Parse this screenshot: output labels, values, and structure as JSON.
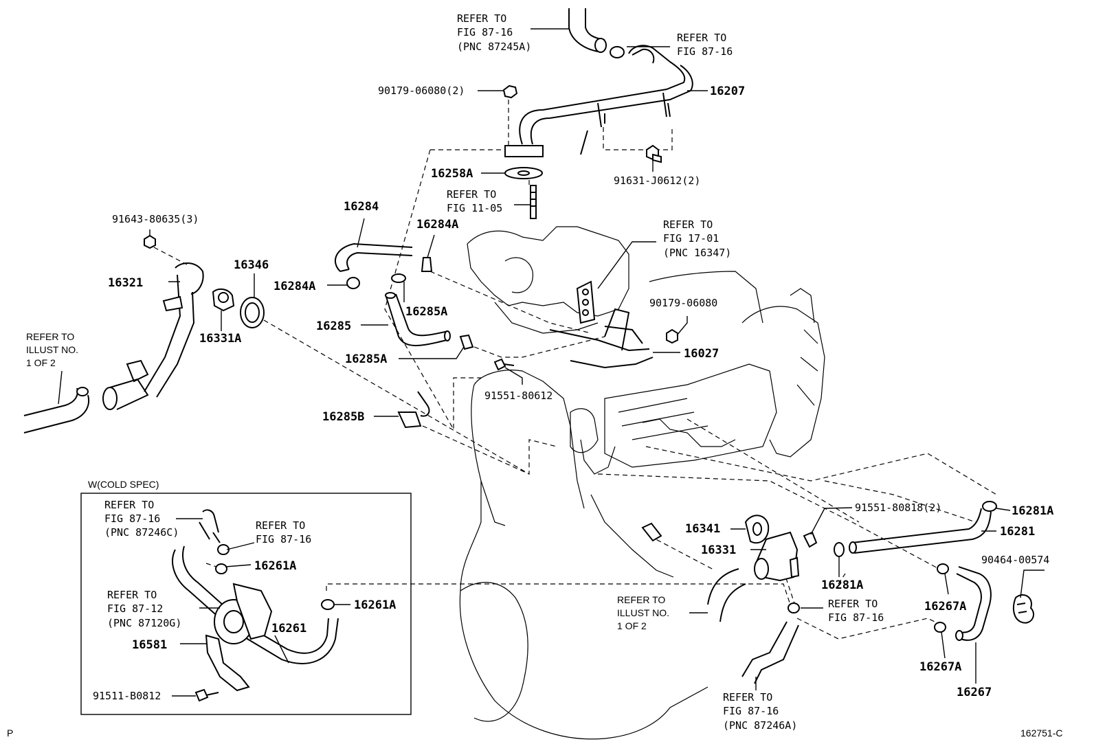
{
  "labels": {
    "refer_87_16_pnc_87245a": [
      "REFER TO",
      "FIG 87-16",
      "(PNC 87245A)"
    ],
    "refer_87_16_top": [
      "REFER TO",
      "FIG 87-16"
    ],
    "p_90179_06080_2": "90179-06080(2)",
    "p_16207": "16207",
    "p_16258a": "16258A",
    "p_91631_j0612_2": "91631-J0612(2)",
    "refer_11_05": [
      "REFER TO",
      "FIG 11-05"
    ],
    "p_16284": "16284",
    "p_16284a_top": "16284A",
    "p_16284a_left": "16284A",
    "refer_17_01": [
      "REFER TO",
      "FIG 17-01",
      "(PNC 16347)"
    ],
    "p_91643_80635_3": "91643-80635(3)",
    "p_16346": "16346",
    "p_16321": "16321",
    "p_16331a": "16331A",
    "p_16285a_right": "16285A",
    "p_16285": "16285",
    "p_90179_06080": "90179-06080",
    "p_16285a_low": "16285A",
    "p_16027": "16027",
    "refer_illust_left": [
      "REFER TO",
      "ILLUST NO.",
      "1 OF 2"
    ],
    "p_91551_80612": "91551-80612",
    "p_16285b": "16285B",
    "cold_spec": "W(COLD SPEC)",
    "refer_87_16_pnc_87246c": [
      "REFER TO",
      "FIG 87-16",
      "(PNC 87246C)"
    ],
    "refer_87_16_box": [
      "REFER TO",
      "FIG 87-16"
    ],
    "p_16261a_box": "16261A",
    "p_16261a_right": "16261A",
    "refer_87_12": [
      "REFER TO",
      "FIG 87-12",
      "(PNC 87120G)"
    ],
    "p_16261": "16261",
    "p_16581": "16581",
    "p_91511_b0812": "91511-B0812",
    "p_91551_80818_2": "91551-80818(2)",
    "p_16281a_top": "16281A",
    "p_16341": "16341",
    "p_16281": "16281",
    "p_16331": "16331",
    "p_90464_00574": "90464-00574",
    "p_16281a_low": "16281A",
    "p_16267a_top": "16267A",
    "refer_illust_right": [
      "REFER TO",
      "ILLUST NO.",
      "1 OF 2"
    ],
    "refer_87_16_right": [
      "REFER TO",
      "FIG 87-16"
    ],
    "p_16267a_low": "16267A",
    "p_16267": "16267",
    "refer_87_16_pnc_87246a": [
      "REFER TO",
      "FIG 87-16",
      "(PNC 87246A)"
    ],
    "corner_p": "P",
    "figure_id": "162751-C"
  }
}
